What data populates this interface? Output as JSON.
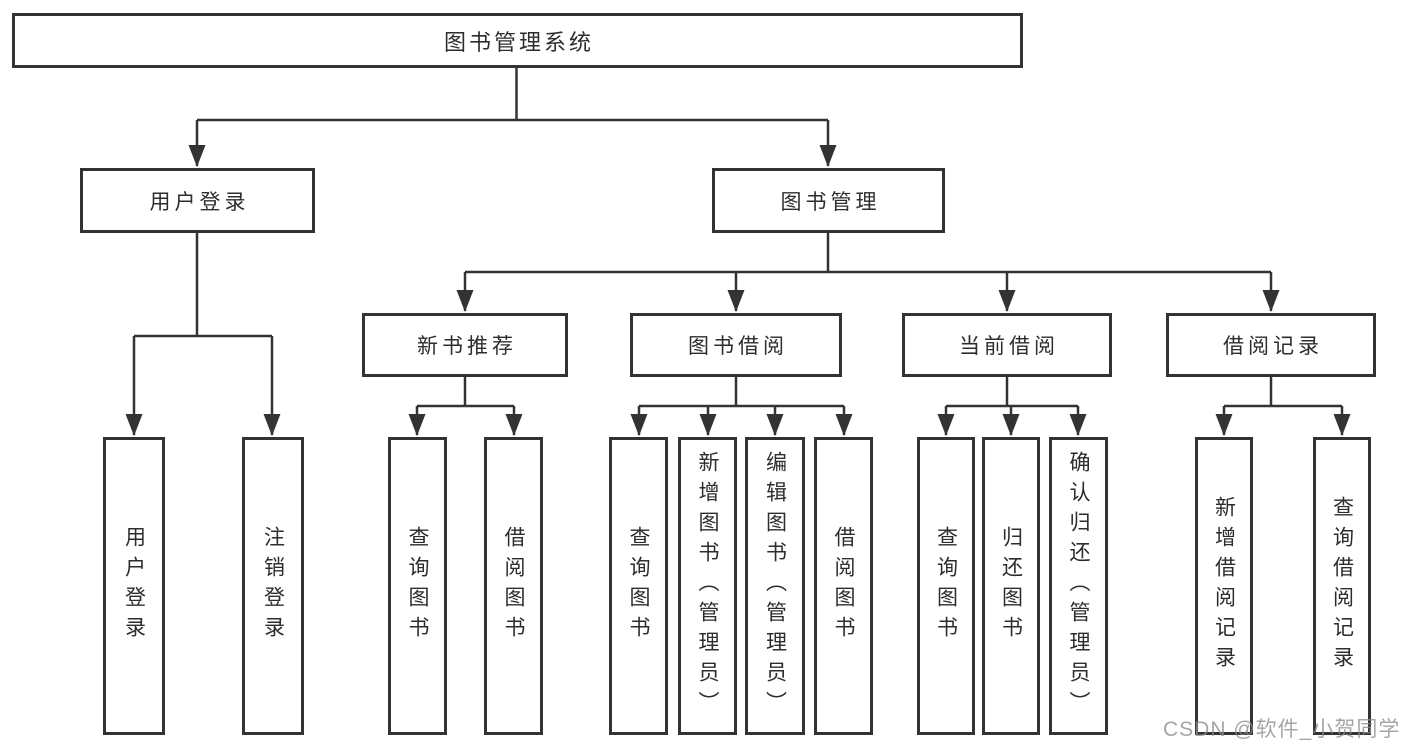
{
  "tree": {
    "root": "图书管理系统",
    "user_login": {
      "label": "用户登录",
      "children": [
        "用户登录",
        "注销登录"
      ]
    },
    "book_mgmt": {
      "label": "图书管理",
      "sections": [
        {
          "label": "新书推荐",
          "children": [
            "查询图书",
            "借阅图书"
          ]
        },
        {
          "label": "图书借阅",
          "children": [
            "查询图书",
            "新增图书（管理员）",
            "编辑图书（管理员）",
            "借阅图书"
          ]
        },
        {
          "label": "当前借阅",
          "children": [
            "查询图书",
            "归还图书",
            "确认归还（管理员）"
          ]
        },
        {
          "label": "借阅记录",
          "children": [
            "新增借阅记录",
            "查询借阅记录"
          ]
        }
      ]
    }
  },
  "watermark": "CSDN @软件_小贺同学",
  "colors": {
    "line": "#333333",
    "box_border": "#333333",
    "box_fill": "#ffffff",
    "text": "#2d2d2d",
    "watermark": "#8c8c8c"
  }
}
